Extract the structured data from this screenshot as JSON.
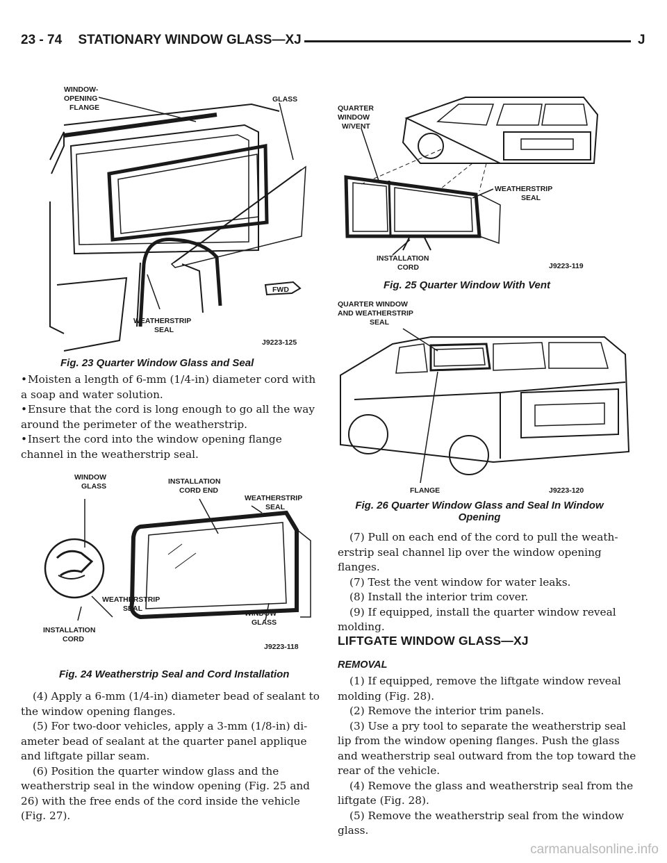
{
  "header": {
    "section_number": "23 - 74",
    "section_title": "STATIONARY WINDOW GLASS—XJ",
    "model_letter": "J"
  },
  "fig23": {
    "labels": [
      "WINDOW-",
      "OPENING",
      "FLANGE",
      "GLASS",
      "WEATHERSTRIP",
      "SEAL",
      "FWD"
    ],
    "code": "J9223-125",
    "caption": "Fig. 23 Quarter Window Glass and Seal"
  },
  "fig24": {
    "labels": [
      "WINDOW",
      "GLASS",
      "INSTALLATION",
      "CORD END",
      "WEATHERSTRIP",
      "SEAL",
      "WEATHERSTRIP",
      "SEAL",
      "WINDOW",
      "GLASS",
      "INSTALLATION",
      "CORD"
    ],
    "code": "J9223-118",
    "caption": "Fig. 24 Weatherstrip Seal and Cord Installation"
  },
  "fig25": {
    "labels": [
      "QUARTER",
      "WINDOW",
      "W/VENT",
      "WEATHERSTRIP",
      "SEAL",
      "INSTALLATION",
      "CORD"
    ],
    "code": "J9223-119",
    "caption": "Fig. 25 Quarter Window With Vent"
  },
  "fig26": {
    "labels": [
      "QUARTER WINDOW",
      "AND WEATHERSTRIP",
      "SEAL",
      "FLANGE"
    ],
    "code": "J9223-120",
    "caption": "Fig. 26 Quarter Window Glass and Seal In Window Opening"
  },
  "left_bullets": [
    "Moisten a length of 6-mm (1/4-in) diameter cord with a soap and water solution.",
    "Ensure that the cord is long enough to go all the way around the perimeter of the weatherstrip.",
    "Insert the cord into the window opening flange channel in the weatherstrip seal."
  ],
  "left_steps": [
    "(4) Apply a 6-mm (1/4-in) diameter bead of sealant to the window opening flanges.",
    "(5) For two-door vehicles, apply a 3-mm (1/8-in) di-ameter bead of sealant at the quarter panel applique and liftgate pillar seam.",
    "(6) Position the quarter window glass and the weatherstrip seal in the window opening (Fig. 25 and 26) with the free ends of the cord inside the vehicle (Fig. 27)."
  ],
  "right_steps": [
    "(7) Pull on each end of the cord to pull the weath-erstrip seal channel lip over the window opening flanges.",
    "(7) Test the vent window for water leaks.",
    "(8) Install the interior trim cover.",
    "(9) If equipped, install the quarter window reveal molding."
  ],
  "liftgate": {
    "heading": "LIFTGATE WINDOW GLASS—XJ",
    "subheading": "REMOVAL",
    "steps": [
      "(1) If equipped, remove the liftgate window reveal molding (Fig. 28).",
      "(2) Remove the interior trim panels.",
      "(3) Use a pry tool to separate the weatherstrip seal lip from the window opening flanges. Push the glass and weatherstrip seal outward from the top toward the rear of the vehicle.",
      "(4) Remove the glass and weatherstrip seal from the liftgate (Fig. 28).",
      "(5) Remove the weatherstrip seal from the window glass."
    ]
  },
  "watermark": "carmanualsonline.info"
}
